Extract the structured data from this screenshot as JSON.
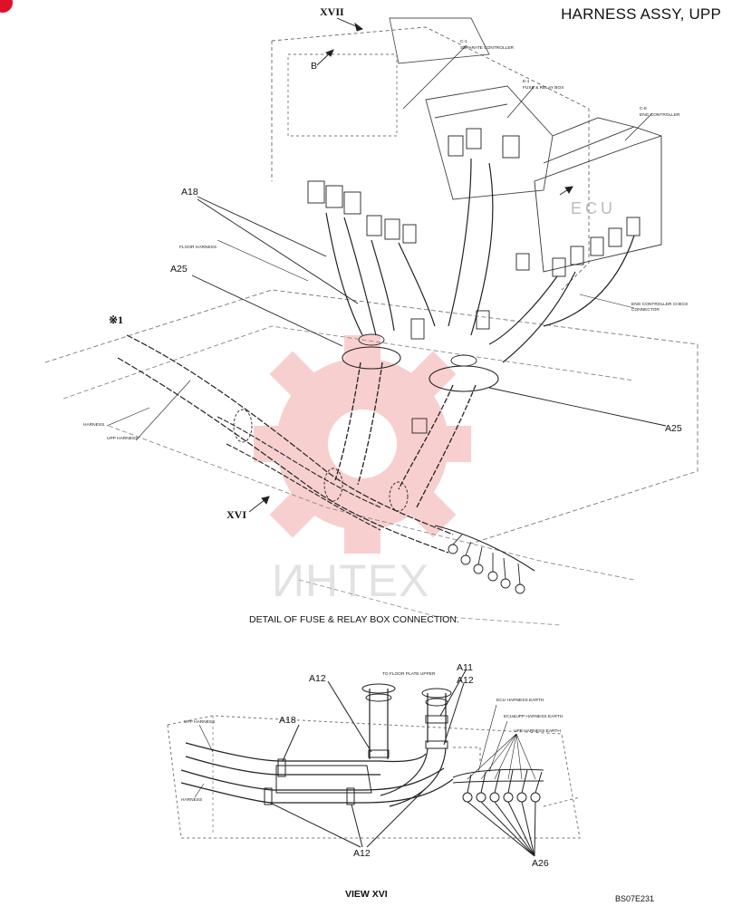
{
  "header": {
    "title": "HARNESS ASSY, UPP"
  },
  "watermark": {
    "text": "ИНТЕХ",
    "color": "#f4a8a8"
  },
  "views": {
    "view_xvii_marker": "XVII",
    "view_xvi_marker": "XVI",
    "view_b_marker": "B",
    "note_marker": "※1"
  },
  "captions": {
    "detail": "DETAIL OF FUSE & RELAY BOX CONNECTION.",
    "view_xvi": "VIEW XVI",
    "drawing_code": "BS07E231"
  },
  "callouts": {
    "top_a18": "A18",
    "top_a25_left": "A25",
    "top_a25_right": "A25",
    "bot_a12_top": "A12",
    "bot_a11": "A11",
    "bot_a12_right": "A12",
    "bot_a18": "A18",
    "bot_a12_bottom": "A12",
    "bot_a26": "A26"
  },
  "small_labels": {
    "c1_code": "C-1",
    "c1_name": "SEPARATE CONTROLLER",
    "e1_code": "E-1",
    "e1_name": "FUSE & RELAY BOX",
    "c8_code": "C-8",
    "c8_name": "ENG CONTROLLER",
    "floor_harness": "FLOOR HARNESS",
    "eng_check": "ENG CONTROLLER CHECK CONNECTOR",
    "harness_top": "HARNESS",
    "upp_harness_top": "UPP HARNESS",
    "to_floor_plate": "TO FLOOR PLATE UPPER",
    "ecu_earth": "ECU HARNESS EARTH",
    "ecu_upp_earth": "ECU&UPP HARNESS EARTH",
    "upp_earth": "UPP HARNESS EARTH",
    "upp_harness_bot": "UPP HARNESS",
    "harness_bot": "HARNESS",
    "ecu_panel": "ECU"
  }
}
